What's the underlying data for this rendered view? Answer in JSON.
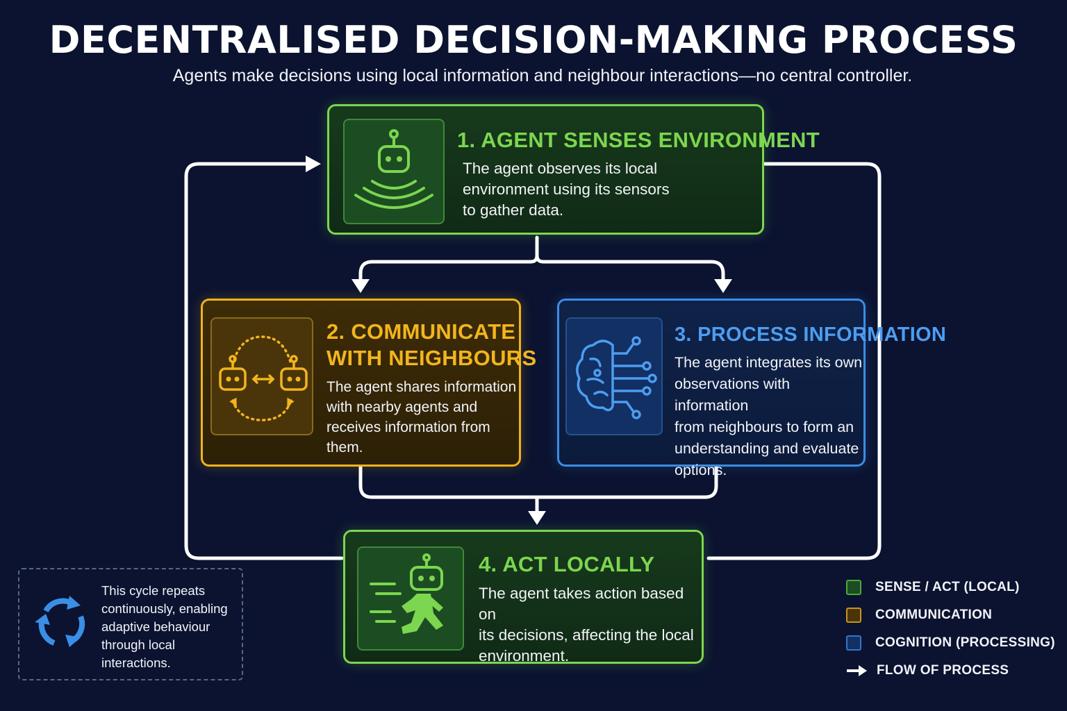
{
  "title": "DECENTRALISED DECISION-MAKING PROCESS",
  "subtitle": "Agents make decisions using local information and neighbour interactions—no central controller.",
  "colors": {
    "background": "#0b1330",
    "sense_act": "#7cd64f",
    "communication": "#f0b31c",
    "cognition": "#3a8ee6",
    "flow": "#ffffff"
  },
  "steps": [
    {
      "title": "1. AGENT SENSES ENVIRONMENT",
      "desc_lines": [
        "The agent observes its local",
        "environment using its sensors",
        "to gather data."
      ],
      "icon": "robot-sensing-icon",
      "category": "sense_act"
    },
    {
      "title_lines": [
        "2. COMMUNICATE",
        "WITH NEIGHBOURS"
      ],
      "desc_lines": [
        "The agent shares information",
        "with nearby agents and",
        "receives information from them."
      ],
      "icon": "robots-communicating-icon",
      "category": "communication"
    },
    {
      "title": "3. PROCESS INFORMATION",
      "desc_lines": [
        "The agent integrates its own",
        "observations with information",
        "from neighbours to form an",
        "understanding and evaluate",
        "options."
      ],
      "icon": "brain-circuit-icon",
      "category": "cognition"
    },
    {
      "title": "4. ACT LOCALLY",
      "desc_lines": [
        "The agent takes action based on",
        "its decisions, affecting the local",
        "environment."
      ],
      "icon": "running-robot-icon",
      "category": "sense_act"
    }
  ],
  "note": {
    "lines": [
      "This cycle repeats",
      "continuously, enabling",
      "adaptive behaviour",
      "through local",
      "interactions."
    ],
    "icon": "cycle-arrows-icon"
  },
  "legend": [
    {
      "label": "SENSE / ACT (LOCAL)",
      "color": "#7cd64f",
      "kind": "swatch"
    },
    {
      "label": "COMMUNICATION",
      "color": "#f0b31c",
      "kind": "swatch"
    },
    {
      "label": "COGNITION (PROCESSING)",
      "color": "#3a8ee6",
      "kind": "swatch"
    },
    {
      "label": "FLOW OF PROCESS",
      "color": "#ffffff",
      "kind": "arrow"
    }
  ]
}
